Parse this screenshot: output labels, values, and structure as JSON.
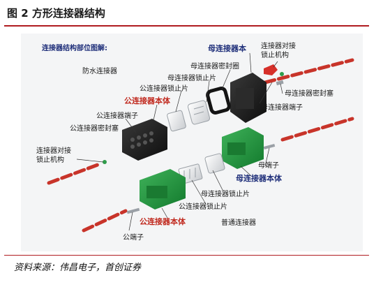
{
  "figure_title": "图 2 方形连接器结构",
  "source": "资料来源：伟昌电子，首创证券",
  "diagram": {
    "heading": "连接器结构部位图解:",
    "group_waterproof": "防水连接器",
    "group_normal": "普通连接器",
    "labels": {
      "female_body_top": "母连接器本",
      "lock_top_right": "连接器对接锁止机构",
      "female_seal_ring": "母连接器密封圈",
      "female_lock_plate_top": "母连接器锁止片",
      "male_lock_plate_top": "公连接器锁止片",
      "male_body_top": "公连接器本体",
      "female_seal_plug": "母连接器密封塞",
      "female_terminal_top": "母连接器端子",
      "male_terminal_top": "公连接器端子",
      "male_seal_plug": "公连接器密封塞",
      "lock_left": "连接器对接锁止机构",
      "female_terminal": "母端子",
      "female_body_bottom": "母连接器本体",
      "female_lock_plate_bottom": "母连接器锁止片",
      "male_lock_plate_bottom": "公连接器锁止片",
      "male_body_bottom": "公连接器本体",
      "male_terminal": "公端子"
    }
  },
  "colors": {
    "accent_red": "#b01c20",
    "label_red": "#c0281d",
    "label_navy": "#1f2f7a",
    "connector_black": "#1c1c1c",
    "connector_green": "#1e8c3a",
    "wire_red": "#c8342a"
  }
}
